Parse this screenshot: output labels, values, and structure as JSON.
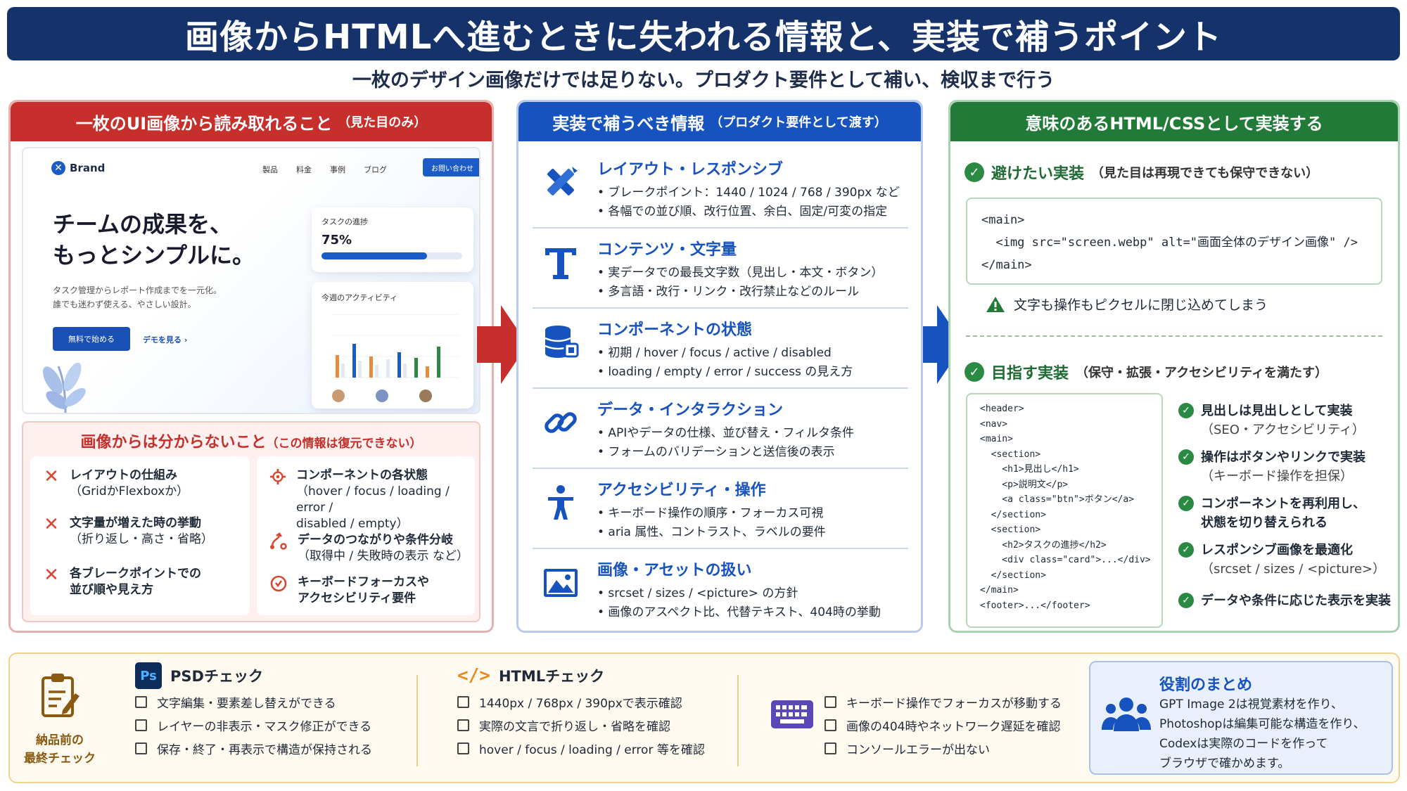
{
  "title": "画像からHTMLへ進むときに失われる情報と、実装で補うポイント",
  "subtitle": "一枚のデザイン画像だけでは足りない。プロダクト要件として補い、検収まで行う",
  "left": {
    "heading": "一枚のUI画像から読み取れること",
    "heading_note": "（見た目のみ）",
    "mock": {
      "brand": "Brand",
      "nav": [
        "製品",
        "料金",
        "事例",
        "ブログ"
      ],
      "nav_button": "お問い合わせ",
      "hero_line1": "チームの成果を、",
      "hero_line2": "もっとシンプルに。",
      "sub_line1": "タスク管理からレポート作成までを一元化。",
      "sub_line2": "誰でも迷わず使える、やさしい設計。",
      "cta_primary": "無料で始める",
      "cta_secondary": "デモを見る ›",
      "progress_label": "タスクの進捗",
      "progress_value": "75%",
      "progress_fraction": 0.75,
      "activity_label": "今週のアクティビティ"
    },
    "unknown_heading": "画像からは分からないこと",
    "unknown_note": "（この情報は復元できない）",
    "unknown_left": [
      {
        "line1": "レイアウトの仕組み",
        "line2": "（GridかFlexboxか）"
      },
      {
        "line1": "文字量が増えた時の挙動",
        "line2": "（折り返し・高さ・省略）"
      },
      {
        "line1": "各ブレークポイントでの",
        "line2": "並び順や見え方"
      }
    ],
    "unknown_right": [
      {
        "line1": "コンポーネントの各状態",
        "line2": "（hover / focus / loading / error /",
        "line3": "disabled / empty）"
      },
      {
        "line1": "データのつながりや条件分岐",
        "line2": "（取得中 / 失敗時の表示 など）"
      },
      {
        "line1": "キーボードフォーカスや",
        "line2": "アクセシビリティ要件"
      }
    ]
  },
  "middle": {
    "heading": "実装で補うべき情報",
    "heading_note": "（プロダクト要件として渡す）",
    "rows": [
      {
        "title": "レイアウト・レスポンシブ",
        "l1": "• ブレークポイント：1440 / 1024 / 768 / 390px など",
        "l2": "• 各幅での並び順、改行位置、余白、固定/可変の指定"
      },
      {
        "title": "コンテンツ・文字量",
        "l1": "• 実データでの最長文字数（見出し・本文・ボタン）",
        "l2": "• 多言語・改行・リンク・改行禁止などのルール"
      },
      {
        "title": "コンポーネントの状態",
        "l1": "• 初期 / hover / focus / active / disabled",
        "l2": "• loading / empty / error / success の見え方"
      },
      {
        "title": "データ・インタラクション",
        "l1": "• APIやデータの仕様、並び替え・フィルタ条件",
        "l2": "• フォームのバリデーションと送信後の表示"
      },
      {
        "title": "アクセシビリティ・操作",
        "l1": "• キーボード操作の順序・フォーカス可視",
        "l2": "• aria 属性、コントラスト、ラベルの要件"
      },
      {
        "title": "画像・アセットの扱い",
        "l1": "• srcset / sizes / <picture> の方針",
        "l2": "• 画像のアスペクト比、代替テキスト、404時の挙動"
      }
    ]
  },
  "right": {
    "heading": "意味のあるHTML/CSSとして実装する",
    "avoid_heading": "避けたい実装",
    "avoid_note": "（見た目は再現できても保守できない）",
    "avoid_code": "<main>\n  <img src=\"screen.webp\" alt=\"画面全体のデザイン画像\" />\n</main>",
    "warning": "文字も操作もピクセルに閉じ込めてしまう",
    "goal_heading": "目指す実装",
    "goal_note": "（保守・拡張・アクセシビリティを満たす）",
    "goal_code": "<header>\n<nav>\n<main>\n  <section>\n    <h1>見出し</h1>\n    <p>説明文</p>\n    <a class=\"btn\">ボタン</a>\n  </section>\n  <section>\n    <h2>タスクの進捗</h2>\n    <div class=\"card\">...</div>\n  </section>\n</main>\n<footer>...</footer>",
    "goals": [
      {
        "line1": "見出しは見出しとして実装",
        "line2": "（SEO・アクセシビリティ）"
      },
      {
        "line1": "操作はボタンやリンクで実装",
        "line2": "（キーボード操作を担保）"
      },
      {
        "line1": "コンポーネントを再利用し、",
        "line2": "状態を切り替えられる"
      },
      {
        "line1": "レスポンシブ画像を最適化",
        "line2": "（srcset / sizes / <picture>）"
      },
      {
        "line1": "データや条件に応じた表示を実装",
        "line2": ""
      }
    ]
  },
  "bottom": {
    "final_check_line1": "納品前の",
    "final_check_line2": "最終チェック",
    "psd_icon": "Ps",
    "psd_heading": "PSDチェック",
    "psd_items": [
      "文字編集・要素差し替えができる",
      "レイヤーの非表示・マスク修正ができる",
      "保存・終了・再表示で構造が保持される"
    ],
    "html_icon": "</>",
    "html_heading": "HTMLチェック",
    "html_items": [
      "1440px / 768px / 390pxで表示確認",
      "実際の文言で折り返し・省略を確認",
      "hover / focus / loading / error 等を確認"
    ],
    "kb_items": [
      "キーボード操作でフォーカスが移動する",
      "画像の404時やネットワーク遅延を確認",
      "コンソールエラーが出ない"
    ],
    "summary_heading": "役割のまとめ",
    "summary_lines": [
      "GPT Image 2は視覚素材を作り、",
      "Photoshopは編集可能な構造を作り、",
      "Codexは実際のコードを作って",
      "ブラウザで確かめます。"
    ]
  },
  "colors": {
    "navy": "#15336a",
    "red": "#c62f2b",
    "blue": "#1753bf",
    "green": "#227a39",
    "amber": "#8a5a11"
  }
}
